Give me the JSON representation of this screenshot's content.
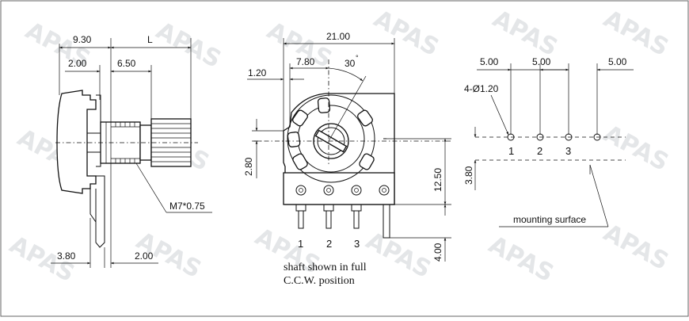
{
  "watermark": {
    "text": "APAS",
    "color": "#cfd3d6"
  },
  "side_view": {
    "dims": {
      "d930": "9.30",
      "dL": "L",
      "d200": "2.00",
      "d650": "6.50",
      "d380": "3.80",
      "d200b": "2.00"
    },
    "thread_label": "M7*0.75"
  },
  "front_view": {
    "dims": {
      "d2100": "21.00",
      "d780": "7.80",
      "d120": "1.20",
      "angle": "30",
      "d280": "2.80",
      "d1250": "12.50",
      "d400": "4.00"
    },
    "pins": [
      "1",
      "2",
      "3"
    ],
    "note": [
      "shaft shown in full",
      "C.C.W. position"
    ]
  },
  "footprint": {
    "dims": {
      "d500a": "5.00",
      "d500b": "5.00",
      "d500c": "5.00",
      "d380": "3.80"
    },
    "hole_label": "4-Ø1.20",
    "pins": [
      "1",
      "2",
      "3"
    ],
    "surface_label": "mounting surface"
  }
}
